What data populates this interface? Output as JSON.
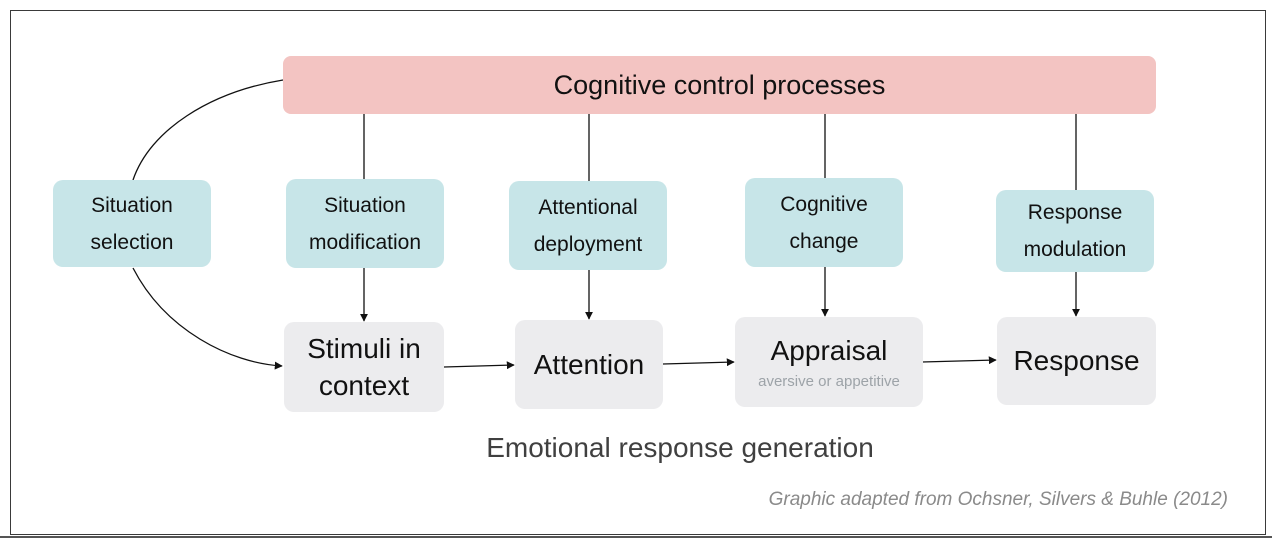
{
  "control": {
    "label": "Cognitive control processes"
  },
  "strategies": {
    "situation_selection": {
      "line1": "Situation",
      "line2": "selection"
    },
    "situation_modification": {
      "line1": "Situation",
      "line2": "modification"
    },
    "attentional_deployment": {
      "line1": "Attentional",
      "line2": "deployment"
    },
    "cognitive_change": {
      "line1": "Cognitive",
      "line2": "change"
    },
    "response_modulation": {
      "line1": "Response",
      "line2": "modulation"
    }
  },
  "stages": {
    "stimuli": {
      "line1": "Stimuli in",
      "line2": "context"
    },
    "attention": {
      "label": "Attention"
    },
    "appraisal": {
      "label": "Appraisal",
      "sublabel": "aversive or appetitive"
    },
    "response": {
      "label": "Response"
    }
  },
  "generation_label": "Emotional response generation",
  "credit": "Graphic adapted from Ochsner, Silvers & Buhle (2012)",
  "colors": {
    "control_fill": "#f3c4c2",
    "strategy_fill": "#c7e5e8",
    "stage_fill": "#ececee",
    "connector": "#111111",
    "credit_text": "#8a8a8a"
  }
}
